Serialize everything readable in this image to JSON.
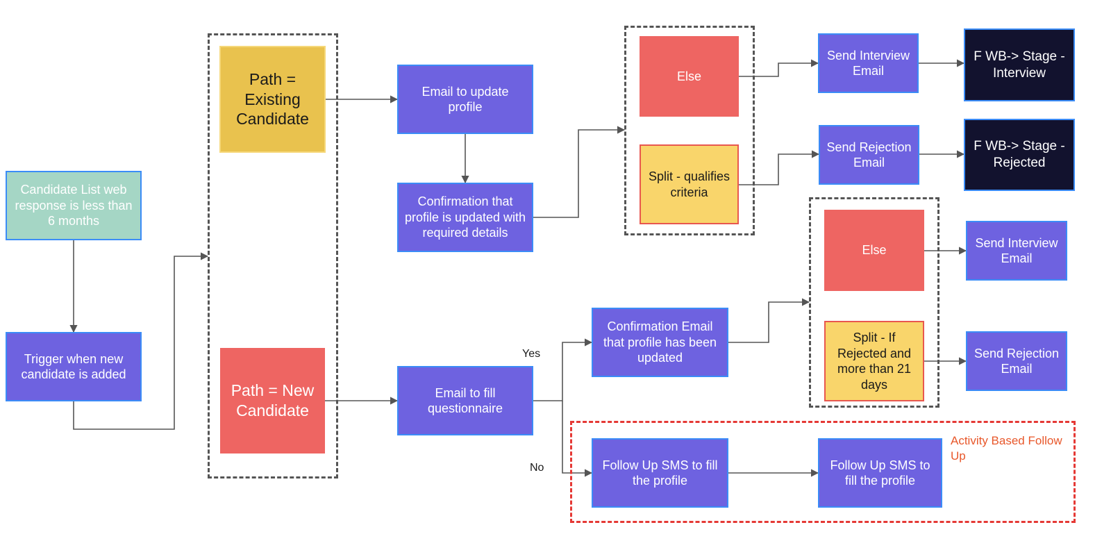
{
  "nodes": {
    "candidate_list": "Candidate List web response is less than 6 months",
    "trigger": "Trigger when new candidate is added",
    "path_existing": "Path = Existing Candidate",
    "path_new": "Path = New Candidate",
    "email_update_profile": "Email to update profile",
    "confirmation_profile_updated": "Confirmation that profile is updated with required details",
    "else_top": "Else",
    "split_qualifies": "Split - qualifies criteria",
    "send_interview_top": "Send Interview Email",
    "send_rejection_top": "Send Rejection Email",
    "stage_interview": "F WB-> Stage - Interview",
    "stage_rejected": "F WB-> Stage - Rejected",
    "email_fill_questionnaire": "Email to fill questionnaire",
    "confirmation_email_updated": "Confirmation Email that profile has been updated",
    "else_bottom": "Else",
    "split_rejected_21": "Split - If Rejected and more than 21 days",
    "send_interview_bottom": "Send Interview Email",
    "send_rejection_bottom": "Send Rejection Email",
    "followup_sms_1": "Follow Up SMS to fill the profile",
    "followup_sms_2": "Follow Up SMS to fill the profile"
  },
  "edge_labels": {
    "yes": "Yes",
    "no": "No"
  },
  "groups": {
    "activity_followup": "Activity Based Follow Up"
  },
  "colors": {
    "blue_node": "#6e62e0",
    "node_border": "#3b8cf7",
    "green_node": "#a5d6c5",
    "coral_node": "#ee6562",
    "gold_node": "#e9c24e",
    "yellow_node": "#f9d56b",
    "navy_node": "#12122e",
    "connector": "#555555",
    "activity_group": "#e53935"
  }
}
